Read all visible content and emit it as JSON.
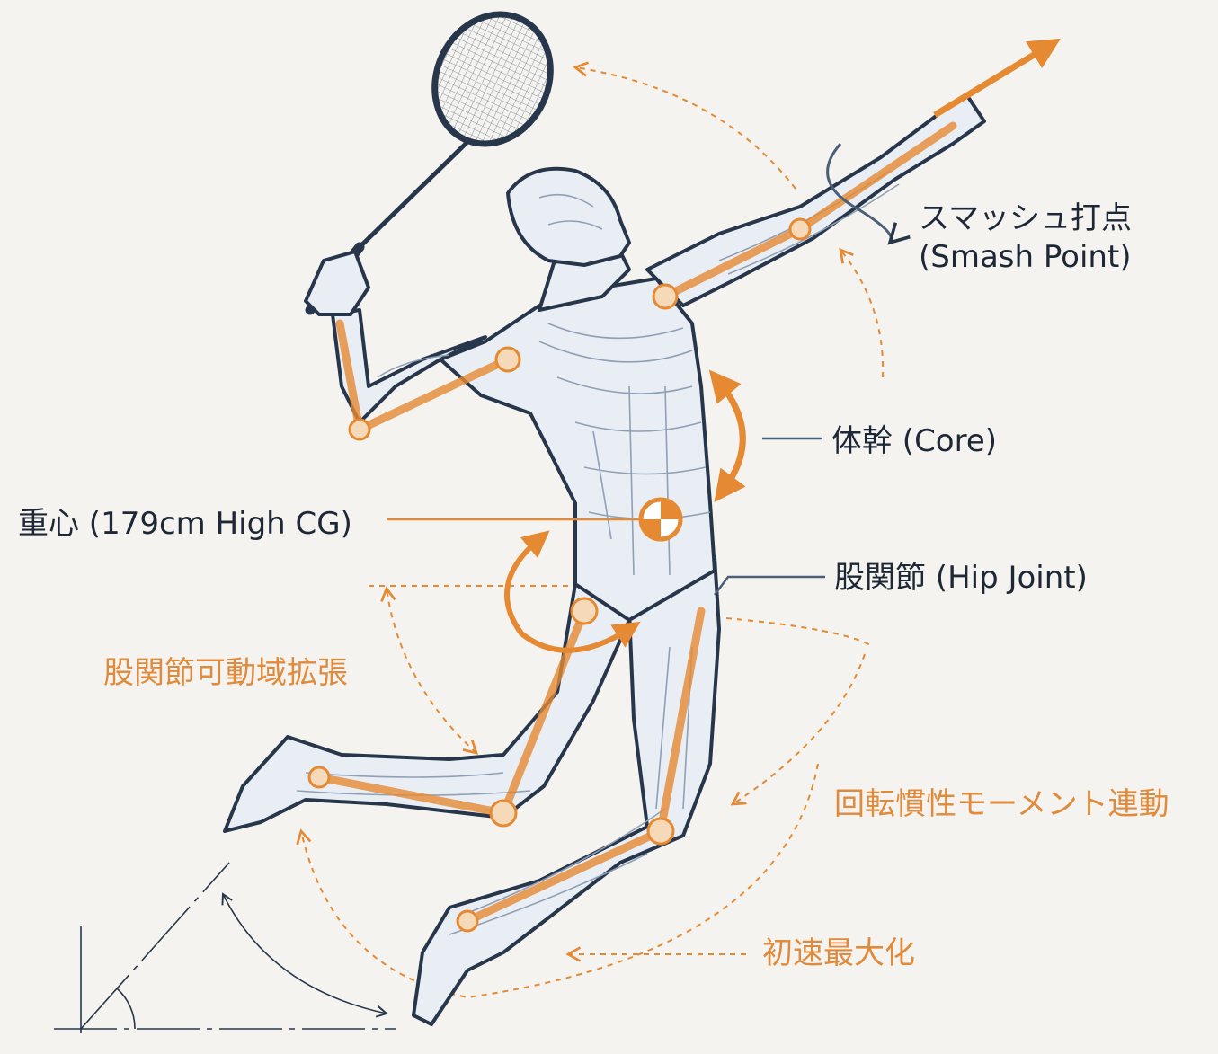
{
  "labels": {
    "smash_point_jp": "スマッシュ打点",
    "smash_point_en": "(Smash Point)",
    "core": "体幹 (Core)",
    "center_of_gravity": "重心 (179cm High CG)",
    "hip_joint": "股関節 (Hip Joint)",
    "hip_range_expansion": "股関節可動域拡張",
    "rotational_inertia": "回転慣性モーメント連動",
    "initial_velocity": "初速最大化"
  },
  "colors": {
    "accent_orange": "#e58a33",
    "outline_navy": "#27364a",
    "muscle_line": "#8fa0b5",
    "body_fill": "#e9eef4",
    "bone_fill": "#f6d9b8",
    "background": "#f4f3ef",
    "label_dark": "#1d2736",
    "label_orange": "#e08a3c"
  },
  "icons": {
    "racket": "badminton-racket",
    "cg_marker": "center-of-gravity-symbol"
  }
}
